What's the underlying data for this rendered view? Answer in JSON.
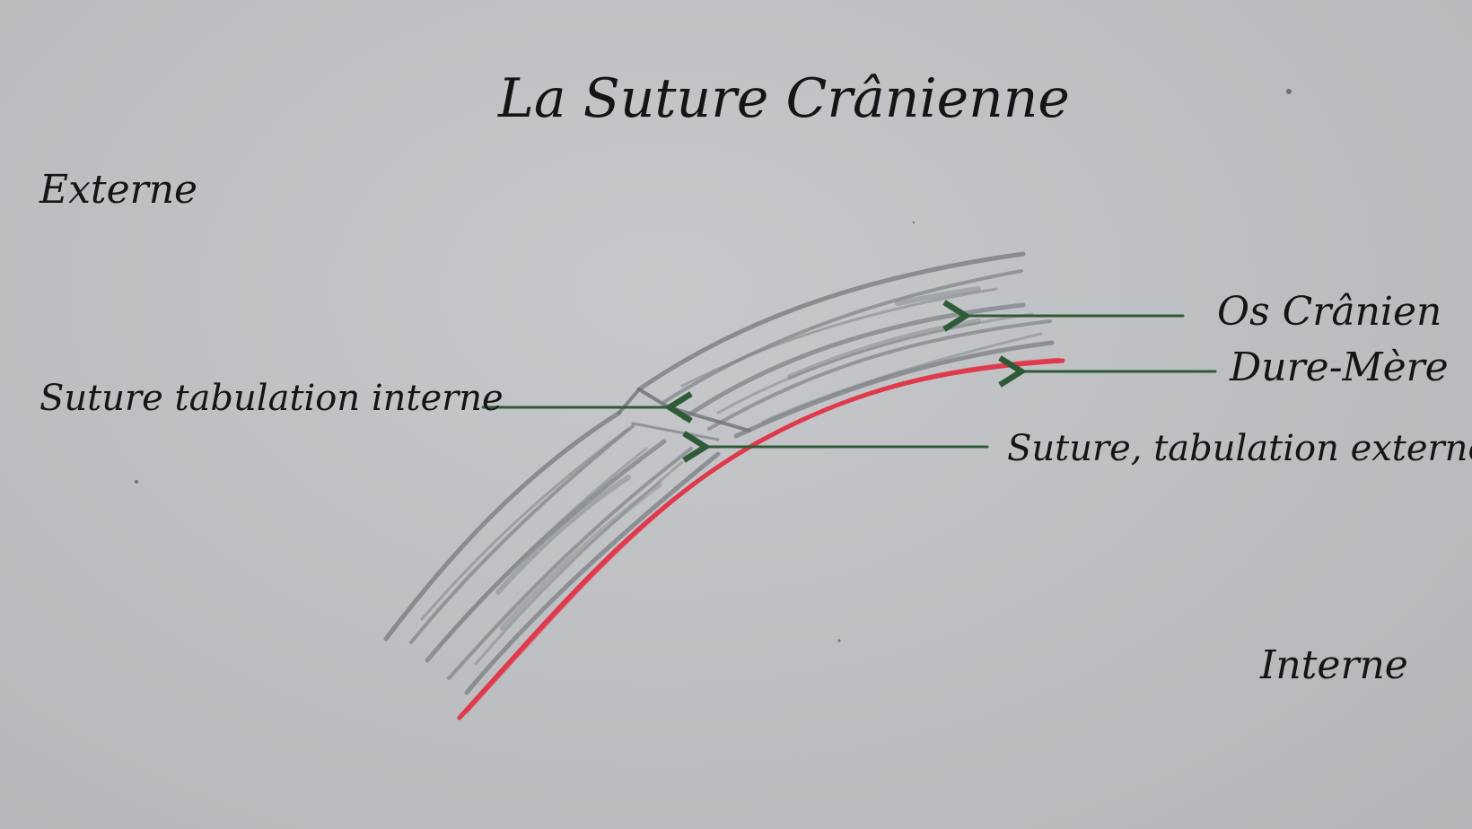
{
  "title": "La Suture Crânienne",
  "sides": {
    "outer": "Externe",
    "inner": "Interne"
  },
  "labels": {
    "cranial_bone": "Os Crânien",
    "dura_mater": "Dure-Mère",
    "internal_table_suture": "Suture tabulation interne",
    "external_table_suture": "Suture, tabulation externe"
  },
  "colors": {
    "bone_pencil": "#7c8084",
    "dura_mater": "#e0394b",
    "arrows": "#2e5a36",
    "text": "#151515"
  }
}
